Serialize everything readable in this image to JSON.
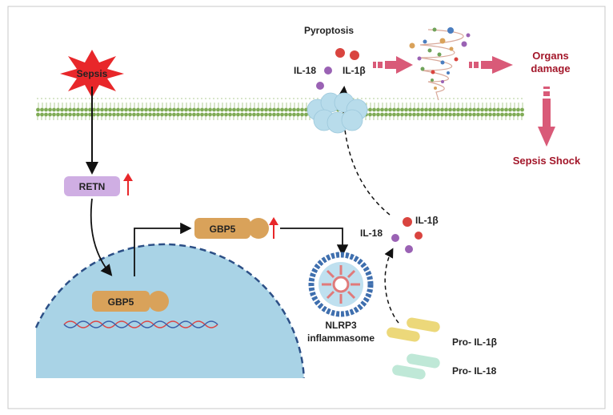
{
  "labels": {
    "sepsis": "Sepsis",
    "retn": "RETN",
    "gbp5_nucleus": "GBP5",
    "gbp5_cytoplasm": "GBP5",
    "nlrp3_line1": "NLRP3",
    "nlrp3_line2": "inflammasome",
    "il1b_mid": "IL-1β",
    "il18_mid": "IL-18",
    "pro_il1b": "Pro- IL-1β",
    "pro_il18": "Pro- IL-18",
    "pyroptosis": "Pyroptosis",
    "il18_top": "IL-18",
    "il1b_top": "IL-1β",
    "organs_line1": "Organs",
    "organs_line2": "damage",
    "sepsis_shock": "Sepsis Shock"
  },
  "colors": {
    "sepsis_star": "#e8272a",
    "retn": "#cfaee3",
    "gbp5": "#d9a25a",
    "membrane": "#7fab55",
    "nucleus": "#a9d3e6",
    "il1b": "#d9443f",
    "il18": "#9a62b4",
    "outcome_text": "#a3172a",
    "flow_arrow": "#d95a78",
    "upregulation_arrow": "#e8272a"
  }
}
